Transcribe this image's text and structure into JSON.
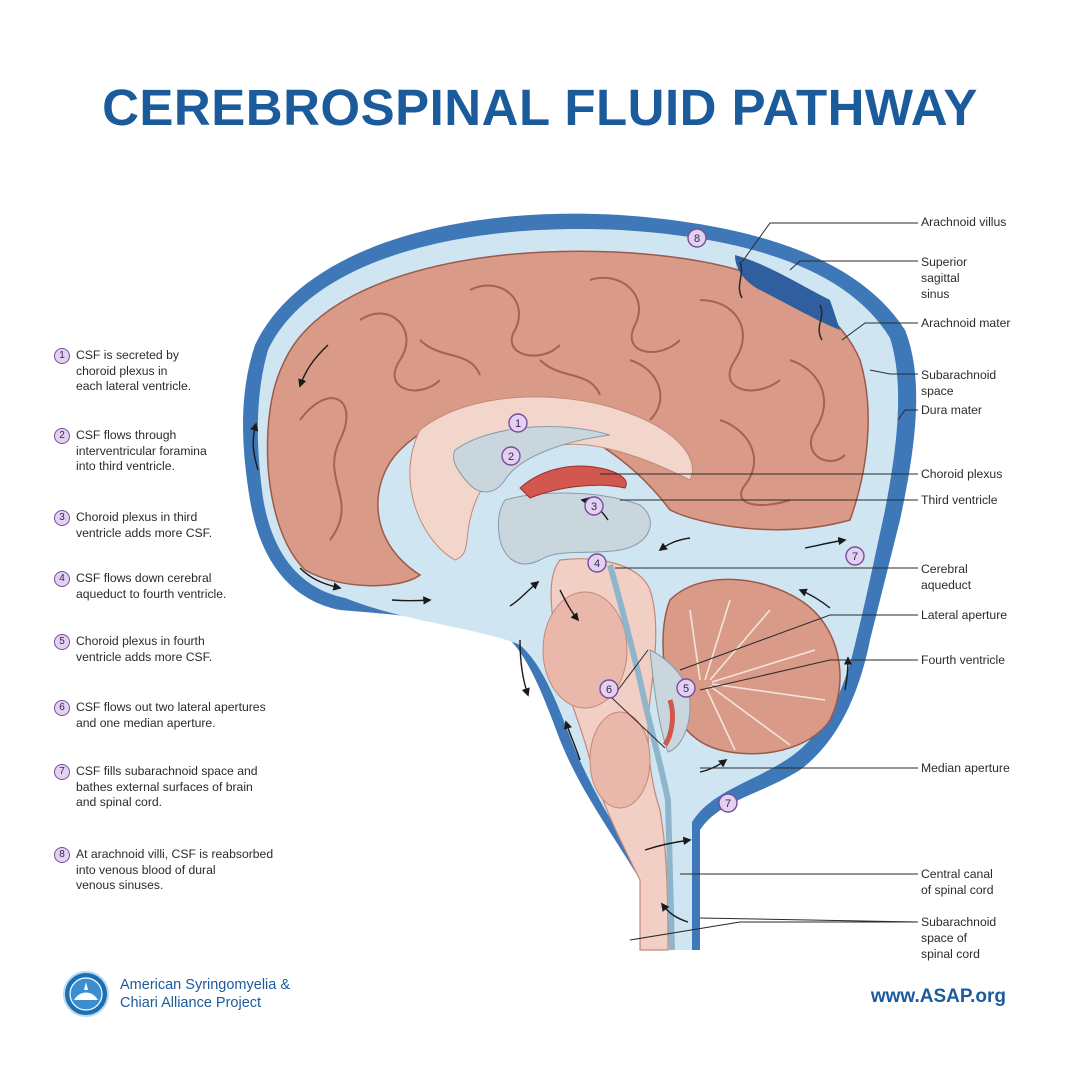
{
  "title": "CEREBROSPINAL FLUID PATHWAY",
  "steps": [
    {
      "number": "1",
      "text": "CSF is secreted by\nchoroid plexus in\neach lateral ventricle."
    },
    {
      "number": "2",
      "text": "CSF flows through\ninterventricular foramina\ninto third ventricle."
    },
    {
      "number": "3",
      "text": "Choroid plexus in third\nventricle adds more CSF."
    },
    {
      "number": "4",
      "text": "CSF flows down cerebral\naqueduct to fourth ventricle."
    },
    {
      "number": "5",
      "text": "Choroid plexus in fourth\nventricle adds more CSF."
    },
    {
      "number": "6",
      "text": "CSF flows out two lateral apertures\nand one median aperture."
    },
    {
      "number": "7",
      "text": "CSF fills subarachnoid space and\nbathes external surfaces of brain\nand spinal cord."
    },
    {
      "number": "8",
      "text": "At arachnoid villi, CSF is reabsorbed\ninto venous blood of dural\nvenous sinuses."
    }
  ],
  "labels": {
    "arachnoid_villus": "Arachnoid villus",
    "superior_sagittal_sinus": "Superior\nsagittal\nsinus",
    "arachnoid_mater": "Arachnoid mater",
    "subarachnoid_space": "Subarachnoid\nspace",
    "dura_mater": "Dura mater",
    "choroid_plexus": "Choroid plexus",
    "third_ventricle": "Third ventricle",
    "cerebral_aqueduct": "Cerebral\naqueduct",
    "lateral_aperture": "Lateral aperture",
    "fourth_ventricle": "Fourth ventricle",
    "median_aperture": "Median aperture",
    "central_canal": "Central canal\nof spinal cord",
    "subarachnoid_spinal": "Subarachnoid\nspace of\nspinal cord"
  },
  "markers": {
    "m1": "1",
    "m2": "2",
    "m3": "3",
    "m4": "4",
    "m5": "5",
    "m6": "6",
    "m7a": "7",
    "m7b": "7",
    "m8": "8"
  },
  "footer": {
    "organization": "American Syringomyelia &\nChiari Alliance Project",
    "website": "www.ASAP.org"
  },
  "colors": {
    "title": "#1b5b9c",
    "dura": "#3f78b8",
    "csf": "#cfe6f2",
    "brain": "#d99a88",
    "marker_fill": "#e2d1f0",
    "marker_stroke": "#7a4c9a"
  }
}
